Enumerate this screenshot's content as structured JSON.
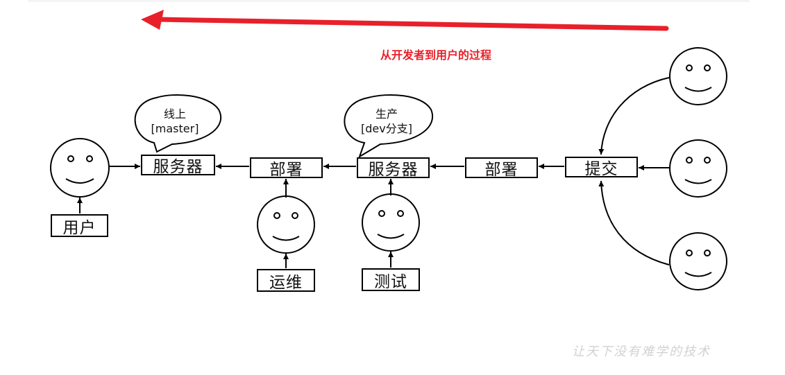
{
  "flow_caption": "从开发者到用户的过程",
  "boxes": {
    "server_prod": "服务器",
    "deploy_ops": "部署",
    "server_dev": "服务器",
    "deploy_dev": "部署",
    "commit": "提交",
    "user": "用户",
    "ops": "运维",
    "test": "测试"
  },
  "bubbles": {
    "online": {
      "line1": "线上",
      "line2": "[master]"
    },
    "production": {
      "line1": "生产",
      "line2": "[dev分支]"
    }
  },
  "watermark": "让天下没有难学的技术",
  "colors": {
    "accent_arrow": "#e8202a",
    "stroke": "#000000"
  }
}
